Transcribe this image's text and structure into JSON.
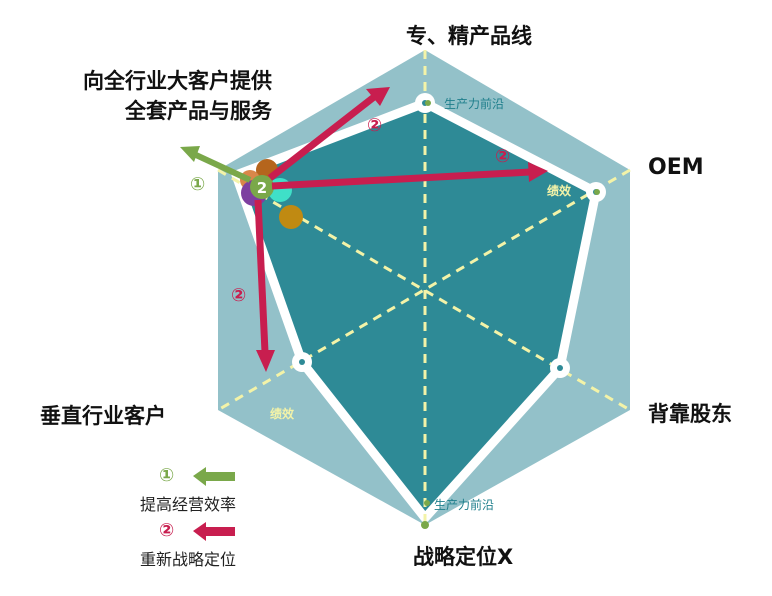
{
  "axes": {
    "top": "专、精产品线",
    "top_left_line1": "向全行业大客户提供",
    "top_left_line2": "全套产品与服务",
    "right_top": "OEM",
    "left_bottom": "垂直行业客户",
    "right_bottom": "背靠股东",
    "bottom": "战略定位X"
  },
  "inner_labels": {
    "frontier_top": "生产力前沿",
    "frontier_bottom": "生产力前沿",
    "efficiency_right": "绩效",
    "efficiency_left": "绩效"
  },
  "markers": {
    "one": "①",
    "two": "②"
  },
  "legend": [
    {
      "marker": "①",
      "label": "提高经营效率",
      "color": "#7aa84a"
    },
    {
      "marker": "②",
      "label": "重新战略定位",
      "color": "#c81e4f"
    }
  ],
  "colors": {
    "outer_hex": "#93c1c9",
    "inner_area": "#2e8a96",
    "green": "#7aa84a",
    "red": "#c81e4f",
    "dash": "#f3f3a8"
  }
}
